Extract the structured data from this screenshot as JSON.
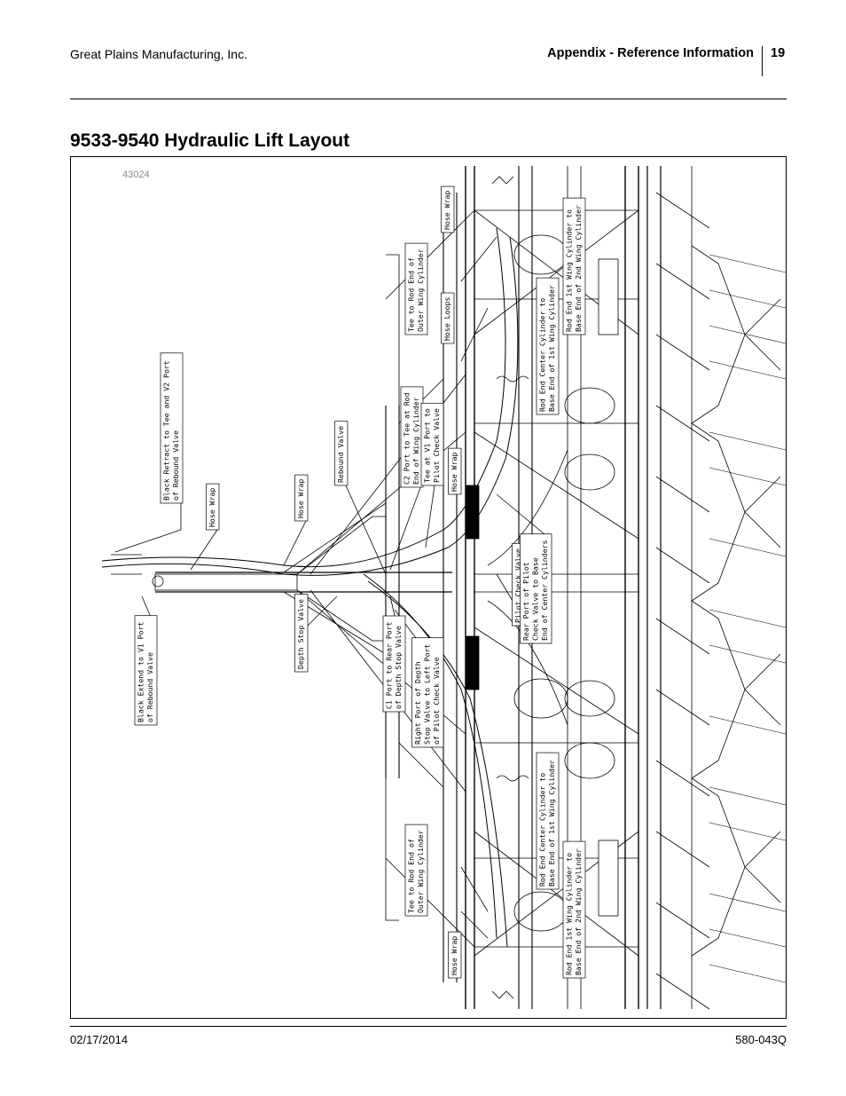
{
  "header": {
    "company": "Great Plains Manufacturing, Inc.",
    "section": "Appendix - Reference Information",
    "page_number": "19"
  },
  "title": "9533-9540 Hydraulic Lift Layout",
  "figure": {
    "id": "43024",
    "callouts": [
      {
        "lines": [
          "Black Retract to Tee and V2 Port",
          "of Rebound Valve"
        ]
      },
      {
        "lines": [
          "Hose Wrap"
        ]
      },
      {
        "lines": [
          "Hose Wrap"
        ]
      },
      {
        "lines": [
          "Rebound Valve"
        ]
      },
      {
        "lines": [
          "C2 Port to Tee at Rod",
          "End of Wing Cylinder"
        ]
      },
      {
        "lines": [
          "Tee at V1 Port to",
          "Pilot Check Valve"
        ]
      },
      {
        "lines": [
          "Black Extend to V1 Port",
          "of Rebound Valve"
        ]
      },
      {
        "lines": [
          "Depth Stop Valve"
        ]
      },
      {
        "lines": [
          "C1 Port to Rear Port",
          "of Depth Stop Valve"
        ]
      },
      {
        "lines": [
          "Right Port of Depth",
          "Stop Valve to Left Port",
          "of Pilot Check Valve"
        ]
      },
      {
        "lines": [
          "Pilot Check Valve"
        ]
      },
      {
        "lines": [
          "Hose Loops"
        ]
      },
      {
        "lines": [
          "Rear Port of Pilot",
          "Check Valve to Base",
          "End of Center Cylinders"
        ]
      },
      {
        "lines": [
          "Hose Wrap"
        ]
      },
      {
        "lines": [
          "Tee to Rod End of",
          "Outer Wing Cylinder"
        ]
      },
      {
        "lines": [
          "Hose Loops"
        ]
      },
      {
        "lines": [
          "Hose Wrap"
        ]
      },
      {
        "lines": [
          "Rod End Center Cylinder to",
          "Base End of 1st Wing Cylinder"
        ]
      },
      {
        "lines": [
          "Rod End 1st Wing Cylinder to",
          "Base End of 2nd Wing Cylinder"
        ]
      },
      {
        "lines": [
          "Tee to Rod End of",
          "Outer Wing Cylinder"
        ]
      },
      {
        "lines": [
          "Hose Wrap"
        ]
      },
      {
        "lines": [
          "Rod End Center Cylinder to",
          "Base End of 1st Wing Cylinder"
        ]
      },
      {
        "lines": [
          "Rod End 1st Wing Cylinder to",
          "Base End of 2nd Wing Cylinder"
        ]
      }
    ]
  },
  "footer": {
    "date": "02/17/2014",
    "doc_number": "580-043Q"
  }
}
